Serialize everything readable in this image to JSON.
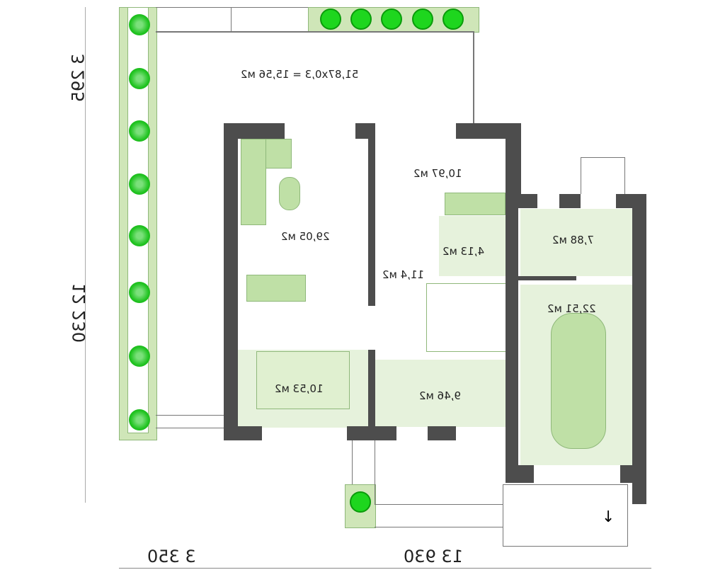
{
  "terrace_label": "51,87x0,3 = 15,56 м2",
  "rooms": {
    "living": "29,05 м2",
    "bedroom_top": "10,97 м2",
    "bath": "4,13 м2",
    "hall": "11,4 м2",
    "boiler": "7,88 м2",
    "garage": "22,51 м2",
    "kitchen": "10,53 м2",
    "entry": "9,46 м2"
  },
  "dimensions": {
    "left_top": "3 295",
    "left_main": "12 230",
    "bottom_left": "3 350",
    "bottom_main": "13 930"
  },
  "colors": {
    "wall": "#4d4d4d",
    "room": "#e6f2dc",
    "plant": "#1ed61e"
  }
}
